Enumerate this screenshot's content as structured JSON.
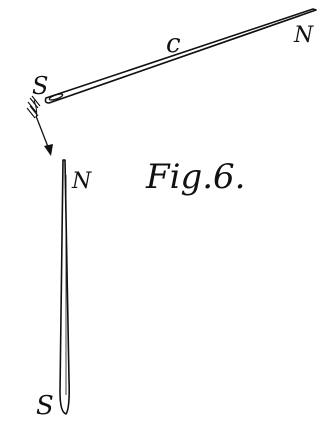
{
  "figure": {
    "caption": "Fig.6."
  },
  "needle_upper": {
    "label_north": "N",
    "label_south": "S",
    "label_middle": "c"
  },
  "needle_lower": {
    "label_north": "N",
    "label_south": "S"
  },
  "colors": {
    "ink": "#111111",
    "background": "#ffffff"
  }
}
